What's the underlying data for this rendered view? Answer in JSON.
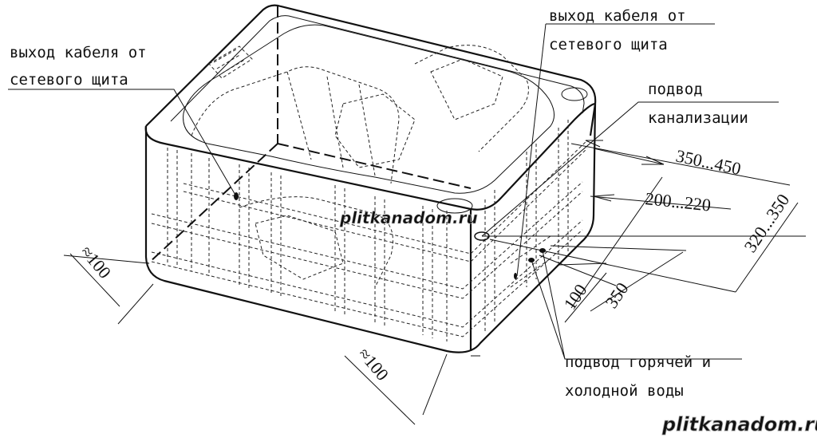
{
  "labels": {
    "cable_left_line1": "выход кабеля от",
    "cable_left_line2": "сетевого щита",
    "cable_right_line1": "выход кабеля от",
    "cable_right_line2": "сетевого щита",
    "drain_line1": "подвод",
    "drain_line2": "канализации",
    "water_line1": "подвод горячей и",
    "water_line2": "холодной воды"
  },
  "dimensions": {
    "d1": "350...450",
    "d2": "200...220",
    "d3": "320...350",
    "d4": "100",
    "d5": "350",
    "d6": "≈100",
    "d7": "≈100"
  },
  "watermark": {
    "center": "plitkanadom.ru",
    "corner": "plitkanadom.ru"
  },
  "colors": {
    "line": "#111111",
    "background": "#ffffff",
    "watermark": "#c8c8c8"
  }
}
